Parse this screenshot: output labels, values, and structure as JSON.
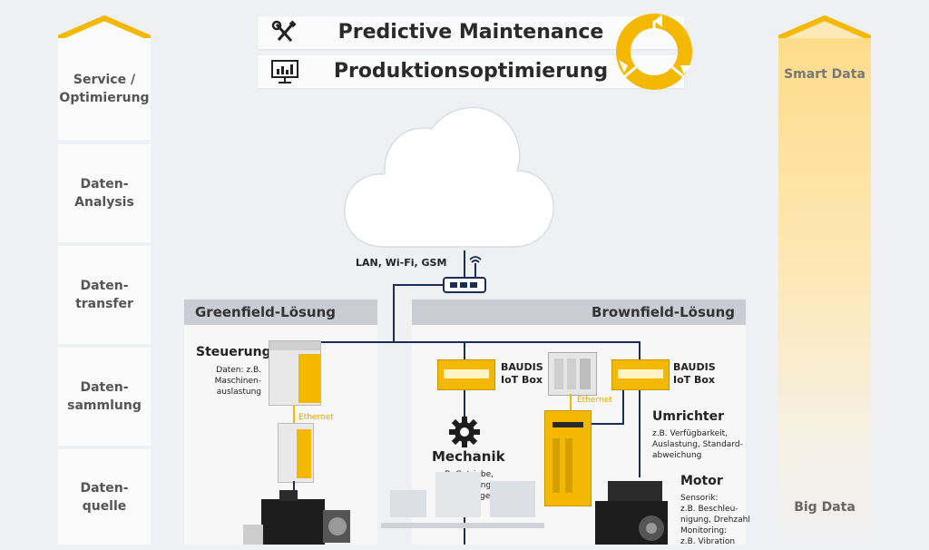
{
  "left_stack": {
    "stages": [
      {
        "label": "Service /\nOptimierung"
      },
      {
        "label": "Daten-\nAnalysis"
      },
      {
        "label": "Daten-\ntransfer"
      },
      {
        "label": "Daten-\nsammlung"
      },
      {
        "label": "Daten-\nquelle"
      }
    ],
    "accent": "#f5b800"
  },
  "right_bar": {
    "top_label": "Smart Data",
    "bottom_label": "Big Data"
  },
  "header": {
    "predictive": "Predictive Maintenance",
    "production": "Produktionsoptimierung",
    "icons": [
      "wrench-screwdriver-icon",
      "monitor-chart-icon",
      "cycle-arrows-icon"
    ]
  },
  "network": {
    "label": "LAN, Wi-Fi, GSM"
  },
  "greenfield": {
    "title": "Greenfield-Lösung",
    "steuerung_title": "Steuerung",
    "steuerung_desc": "Daten: z.B.\nMaschinen-\nauslastung",
    "ethernet": "Ethernet"
  },
  "brownfield": {
    "title": "Brownfield-Lösung",
    "iot_box_1": "BAUDIS\nIoT Box",
    "iot_box_2": "BAUDIS\nIoT Box",
    "ethernet": "Ethernet",
    "umrichter_title": "Umrichter",
    "umrichter_desc": "z.B. Verfügbarkeit,\nAuslastung, Standard-\nabweichung",
    "mechanik_title": "Mechanik",
    "mechanik_desc": "z.B. Getriebe,\nKupplung, Lager",
    "motor_title": "Motor",
    "motor_desc": "Sensorik:\nz.B. Beschleu-\nnigung, Drehzahl\nMonitoring:\nz.B. Vibration"
  },
  "colors": {
    "yellow": "#f5b800",
    "navy": "#1a2e55",
    "panel_header": "#c9ccd2"
  }
}
